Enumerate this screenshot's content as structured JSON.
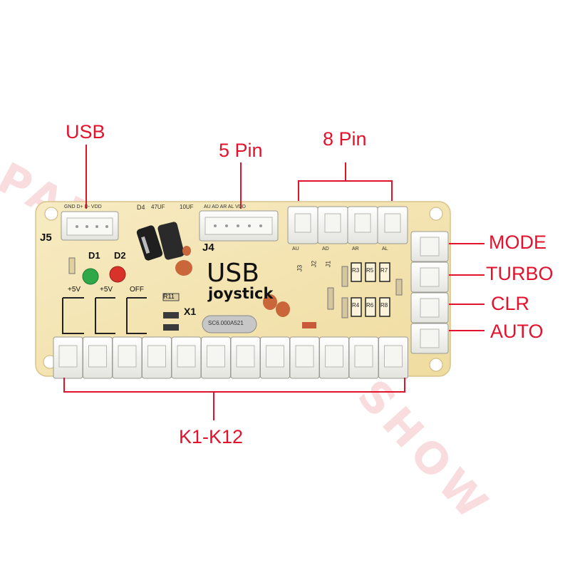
{
  "labels": {
    "usb": "USB",
    "five_pin": "5 Pin",
    "eight_pin": "8 Pin",
    "mode": "MODE",
    "turbo": "TURBO",
    "clr": "CLR",
    "auto": "AUTO",
    "k1_k12": "K1-K12"
  },
  "board": {
    "logo_line1": "USB",
    "logo_line2": "joystick",
    "j5": "J5",
    "j4": "J4",
    "d1": "D1",
    "d2": "D2",
    "x1": "X1",
    "plus5v_a": "+5V",
    "plus5v_b": "+5V",
    "off": "OFF",
    "r11": "R11",
    "crystal": "SC6.000A521",
    "usb_pins": "GND D+ D- VDD",
    "j4_pins": "AU AD AR AL VDD",
    "cap_1": "47UF",
    "cap_2": "10UF",
    "d4": "D4",
    "j3": "J3",
    "j2": "J2",
    "j1": "J1",
    "r3": "R3",
    "r5": "R5",
    "r7": "R7",
    "r4": "R4",
    "r6": "R6",
    "r8": "R8",
    "au": "AU",
    "ad": "AD",
    "ar": "AR",
    "al": "AL"
  },
  "watermark": {
    "line1": "PAP",
    "line2": "SHOW"
  },
  "colors": {
    "label_red": "#e3122c",
    "board": "#f5e6b4",
    "connector": "#f3f3f0",
    "led_green": "#2fa84a",
    "led_red": "#d8322a"
  }
}
